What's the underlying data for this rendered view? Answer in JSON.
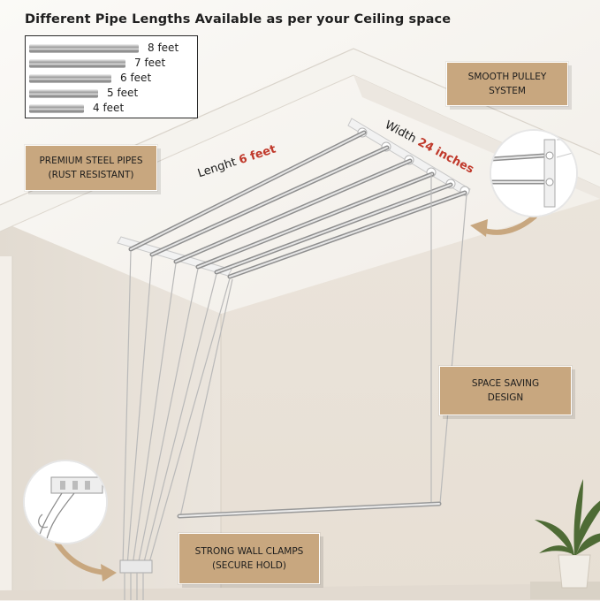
{
  "header": {
    "title": "Different Pipe Lengths Available as per your Ceiling space"
  },
  "pipe_lengths": [
    {
      "label": "8 feet",
      "fraction": 1.0
    },
    {
      "label": "7 feet",
      "fraction": 0.875
    },
    {
      "label": "6 feet",
      "fraction": 0.75
    },
    {
      "label": "5 feet",
      "fraction": 0.625
    },
    {
      "label": "4 feet",
      "fraction": 0.5
    }
  ],
  "dimensions": {
    "length_prefix": "Lenght ",
    "length_value": "6 feet",
    "width_prefix": "Width ",
    "width_value": "24 inches"
  },
  "features": {
    "pulley": "SMOOTH PULLEY\nSYSTEM",
    "pipes": "PREMIUM STEEL PIPES\n(RUST RESISTANT)",
    "space": "SPACE SAVING\nDESIGN",
    "clamps": "STRONG WALL CLAMPS\n(SECURE HOLD)"
  },
  "colors": {
    "badge": "#c8a77f",
    "accent": "#c0392b",
    "wall": "#ebe5dd",
    "ceiling": "#f7f5f1"
  },
  "icons": {
    "pulley_inset": "pulley-closeup-icon",
    "clamp_inset": "wall-clamp-closeup-icon",
    "plant": "potted-plant-icon"
  }
}
